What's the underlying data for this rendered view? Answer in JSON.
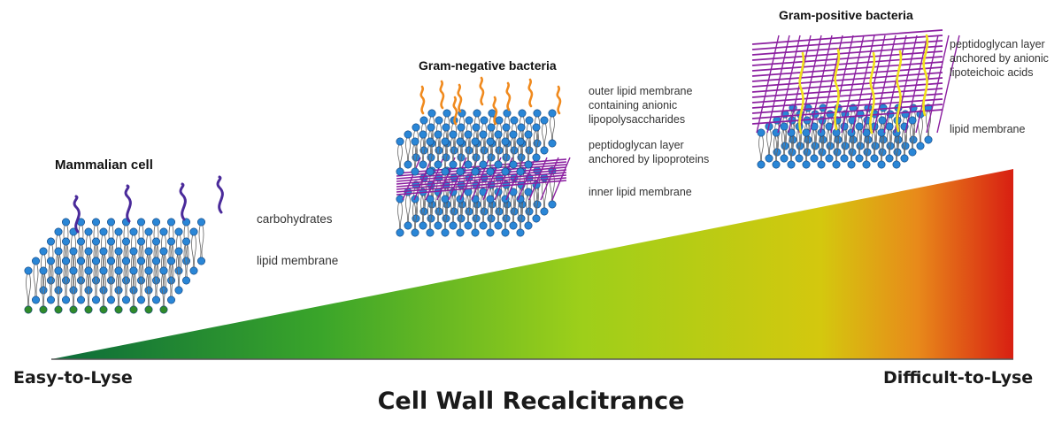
{
  "diagram": {
    "axis_title": "Cell Wall Recalcitrance",
    "axis_start_label": "Easy-to-Lyse",
    "axis_end_label": "Difficult-to-Lyse",
    "gradient_colors": [
      "#0b6b3a",
      "#3aa52a",
      "#9dcf1a",
      "#d4c80e",
      "#e88a1a",
      "#d81f12"
    ],
    "panels": {
      "mammalian": {
        "title": "Mammalian cell",
        "labels": [
          "carbohydrates",
          "lipid membrane"
        ],
        "colors": {
          "head": "#2a86d6",
          "foot": "#2f8a2a",
          "carbohydrate": "#4a2a9a"
        }
      },
      "gram_negative": {
        "title": "Gram-negative bacteria",
        "labels": [
          "outer lipid membrane",
          "containing anionic",
          "lipopolysaccharides",
          "peptidoglycan layer",
          "anchored by lipoproteins",
          "inner lipid membrane"
        ],
        "colors": {
          "head": "#2a86d6",
          "lps": "#f08a1e",
          "peptidoglycan": "#8b1fa0"
        }
      },
      "gram_positive": {
        "title": "Gram-positive bacteria",
        "labels": [
          "peptidoglycan layer",
          "anchored by anionic",
          "lipoteichoic acids",
          "lipid membrane"
        ],
        "colors": {
          "head": "#2a86d6",
          "teichoic": "#f2e21a",
          "peptidoglycan": "#8b1fa0"
        }
      }
    }
  }
}
